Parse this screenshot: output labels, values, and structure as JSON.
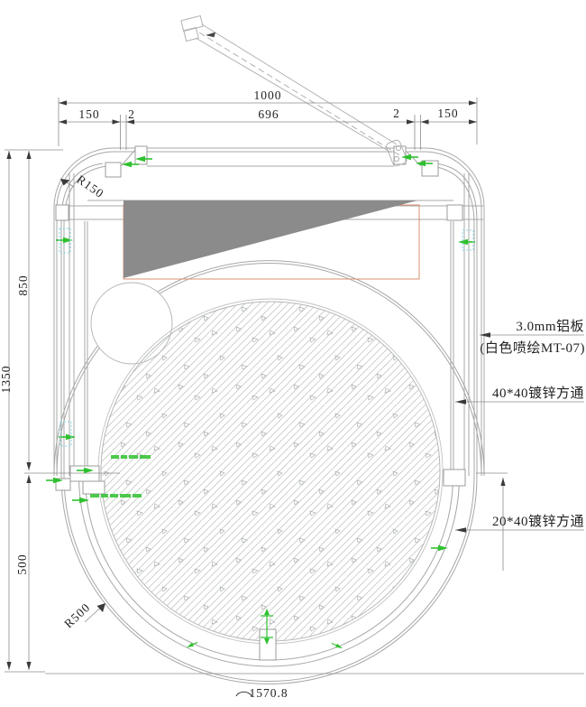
{
  "drawing": {
    "dimensions": {
      "total_width": "1000",
      "seg_left_150": "150",
      "seg_left_2": "2",
      "seg_mid_696": "696",
      "seg_right_2": "2",
      "seg_right_150": "150",
      "height_total": "1350",
      "height_upper": "850",
      "height_lower": "500",
      "radius_top": "R150",
      "radius_bottom": "R500",
      "bottom_arc_length": "1570.8"
    },
    "callouts": {
      "aluminum_line1": "3.0mm铝板",
      "aluminum_line2": "(白色喷绘MT-07)",
      "tube_40": "40*40镀锌方通",
      "tube_20": "20*40镀锌方通"
    },
    "colors": {
      "structure_line": "#a6a8a6",
      "dimension": "#3a3a3a",
      "accent_green": "#2fc12f",
      "panel_fill_gray": "#8b8b8b",
      "outline_red": "#d99070",
      "hatch": "#c2c6c4",
      "cyan_marker": "#86d7e8"
    }
  }
}
